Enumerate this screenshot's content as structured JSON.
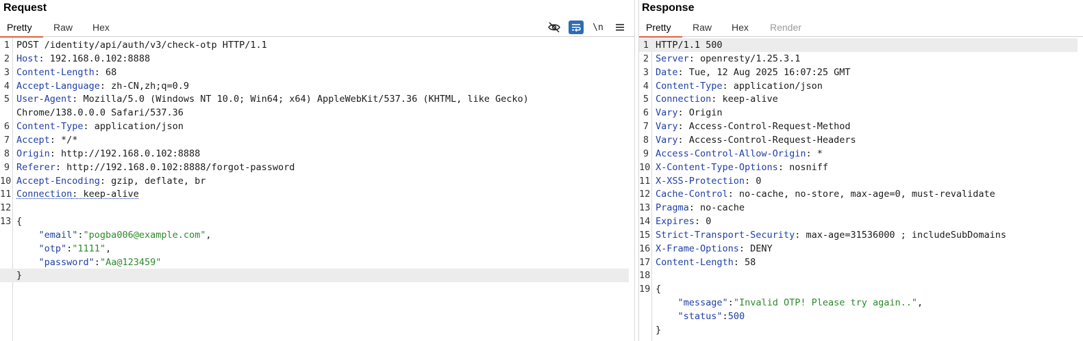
{
  "request": {
    "title": "Request",
    "tabs": [
      "Pretty",
      "Raw",
      "Hex"
    ],
    "toolbar": {
      "newline_label": "\\n"
    },
    "lines": [
      {
        "n": "1",
        "parts": [
          {
            "t": "POST /identity/api/auth/v3/check-otp HTTP/1.1",
            "c": "hv"
          }
        ]
      },
      {
        "n": "2",
        "parts": [
          {
            "t": "Host",
            "c": "hk"
          },
          {
            "t": ": 192.168.0.102:8888",
            "c": "hv"
          }
        ]
      },
      {
        "n": "3",
        "parts": [
          {
            "t": "Content-Length",
            "c": "hk"
          },
          {
            "t": ": 68",
            "c": "hv"
          }
        ]
      },
      {
        "n": "4",
        "parts": [
          {
            "t": "Accept-Language",
            "c": "hk"
          },
          {
            "t": ": zh-CN,zh;q=0.9",
            "c": "hv"
          }
        ]
      },
      {
        "n": "5",
        "parts": [
          {
            "t": "User-Agent",
            "c": "hk"
          },
          {
            "t": ": Mozilla/5.0 (Windows NT 10.0; Win64; x64) AppleWebKit/537.36 (KHTML, like Gecko)",
            "c": "hv"
          }
        ]
      },
      {
        "n": "",
        "parts": [
          {
            "t": "Chrome/138.0.0.0 Safari/537.36",
            "c": "hv"
          }
        ]
      },
      {
        "n": "6",
        "parts": [
          {
            "t": "Content-Type",
            "c": "hk"
          },
          {
            "t": ": application/json",
            "c": "hv"
          }
        ]
      },
      {
        "n": "7",
        "parts": [
          {
            "t": "Accept",
            "c": "hk"
          },
          {
            "t": ": */*",
            "c": "hv"
          }
        ]
      },
      {
        "n": "8",
        "parts": [
          {
            "t": "Origin",
            "c": "hk"
          },
          {
            "t": ": http://192.168.0.102:8888",
            "c": "hv"
          }
        ]
      },
      {
        "n": "9",
        "parts": [
          {
            "t": "Referer",
            "c": "hk"
          },
          {
            "t": ": http://192.168.0.102:8888/forgot-password",
            "c": "hv"
          }
        ]
      },
      {
        "n": "10",
        "parts": [
          {
            "t": "Accept-Encoding",
            "c": "hk"
          },
          {
            "t": ": gzip, deflate, br",
            "c": "hv"
          }
        ]
      },
      {
        "n": "11",
        "parts": [
          {
            "t": "Connection",
            "c": "hk ul"
          },
          {
            "t": ": keep-alive",
            "c": "hv ul"
          }
        ]
      },
      {
        "n": "12",
        "parts": []
      },
      {
        "n": "13",
        "parts": [
          {
            "t": "{",
            "c": "hv"
          }
        ]
      },
      {
        "n": "",
        "parts": [
          {
            "t": "    \"email\"",
            "c": "jk"
          },
          {
            "t": ":",
            "c": "hv"
          },
          {
            "t": "\"pogba006@example.com\"",
            "c": "jv"
          },
          {
            "t": ",",
            "c": "hv"
          }
        ]
      },
      {
        "n": "",
        "parts": [
          {
            "t": "    \"otp\"",
            "c": "jk"
          },
          {
            "t": ":",
            "c": "hv"
          },
          {
            "t": "\"1111\"",
            "c": "jv"
          },
          {
            "t": ",",
            "c": "hv"
          }
        ]
      },
      {
        "n": "",
        "parts": [
          {
            "t": "    \"password\"",
            "c": "jk"
          },
          {
            "t": ":",
            "c": "hv"
          },
          {
            "t": "\"Aa@123459\"",
            "c": "jv"
          }
        ]
      },
      {
        "n": "",
        "parts": [
          {
            "t": "}",
            "c": "hv"
          }
        ],
        "highlight": true
      }
    ]
  },
  "response": {
    "title": "Response",
    "tabs": [
      "Pretty",
      "Raw",
      "Hex",
      "Render"
    ],
    "lines": [
      {
        "n": "1",
        "parts": [
          {
            "t": "HTTP/1.1 500",
            "c": "hv"
          }
        ],
        "highlight": true
      },
      {
        "n": "2",
        "parts": [
          {
            "t": "Server",
            "c": "hk"
          },
          {
            "t": ": openresty/1.25.3.1",
            "c": "hv"
          }
        ]
      },
      {
        "n": "3",
        "parts": [
          {
            "t": "Date",
            "c": "hk"
          },
          {
            "t": ": Tue, 12 Aug 2025 16:07:25 GMT",
            "c": "hv"
          }
        ]
      },
      {
        "n": "4",
        "parts": [
          {
            "t": "Content-Type",
            "c": "hk"
          },
          {
            "t": ": application/json",
            "c": "hv"
          }
        ]
      },
      {
        "n": "5",
        "parts": [
          {
            "t": "Connection",
            "c": "hk"
          },
          {
            "t": ": keep-alive",
            "c": "hv"
          }
        ]
      },
      {
        "n": "6",
        "parts": [
          {
            "t": "Vary",
            "c": "hk"
          },
          {
            "t": ": Origin",
            "c": "hv"
          }
        ]
      },
      {
        "n": "7",
        "parts": [
          {
            "t": "Vary",
            "c": "hk"
          },
          {
            "t": ": Access-Control-Request-Method",
            "c": "hv"
          }
        ]
      },
      {
        "n": "8",
        "parts": [
          {
            "t": "Vary",
            "c": "hk"
          },
          {
            "t": ": Access-Control-Request-Headers",
            "c": "hv"
          }
        ]
      },
      {
        "n": "9",
        "parts": [
          {
            "t": "Access-Control-Allow-Origin",
            "c": "hk"
          },
          {
            "t": ": *",
            "c": "hv"
          }
        ]
      },
      {
        "n": "10",
        "parts": [
          {
            "t": "X-Content-Type-Options",
            "c": "hk"
          },
          {
            "t": ": nosniff",
            "c": "hv"
          }
        ]
      },
      {
        "n": "11",
        "parts": [
          {
            "t": "X-XSS-Protection",
            "c": "hk"
          },
          {
            "t": ": 0",
            "c": "hv"
          }
        ]
      },
      {
        "n": "12",
        "parts": [
          {
            "t": "Cache-Control",
            "c": "hk"
          },
          {
            "t": ": no-cache, no-store, max-age=0, must-revalidate",
            "c": "hv"
          }
        ]
      },
      {
        "n": "13",
        "parts": [
          {
            "t": "Pragma",
            "c": "hk"
          },
          {
            "t": ": no-cache",
            "c": "hv"
          }
        ]
      },
      {
        "n": "14",
        "parts": [
          {
            "t": "Expires",
            "c": "hk"
          },
          {
            "t": ": 0",
            "c": "hv"
          }
        ]
      },
      {
        "n": "15",
        "parts": [
          {
            "t": "Strict-Transport-Security",
            "c": "hk"
          },
          {
            "t": ": max-age=31536000 ; includeSubDomains",
            "c": "hv"
          }
        ]
      },
      {
        "n": "16",
        "parts": [
          {
            "t": "X-Frame-Options",
            "c": "hk"
          },
          {
            "t": ": DENY",
            "c": "hv"
          }
        ]
      },
      {
        "n": "17",
        "parts": [
          {
            "t": "Content-Length",
            "c": "hk"
          },
          {
            "t": ": 58",
            "c": "hv"
          }
        ]
      },
      {
        "n": "18",
        "parts": []
      },
      {
        "n": "19",
        "parts": [
          {
            "t": "{",
            "c": "hv"
          }
        ]
      },
      {
        "n": "",
        "parts": [
          {
            "t": "    \"message\"",
            "c": "jk"
          },
          {
            "t": ":",
            "c": "hv"
          },
          {
            "t": "\"Invalid OTP! Please try again..\"",
            "c": "jv"
          },
          {
            "t": ",",
            "c": "hv"
          }
        ]
      },
      {
        "n": "",
        "parts": [
          {
            "t": "    \"status\"",
            "c": "jk"
          },
          {
            "t": ":",
            "c": "hv"
          },
          {
            "t": "500",
            "c": "jn"
          }
        ]
      },
      {
        "n": "",
        "parts": [
          {
            "t": "}",
            "c": "hv"
          }
        ]
      }
    ]
  },
  "colors": {
    "accent_tab": "#e0603a",
    "header_key": "#1f3fa6",
    "json_string": "#2b8a2b",
    "wrap_button": "#2d6db5"
  },
  "icons": [
    "eye-slash-icon",
    "wrap-lines-icon",
    "newline-icon",
    "menu-icon"
  ]
}
